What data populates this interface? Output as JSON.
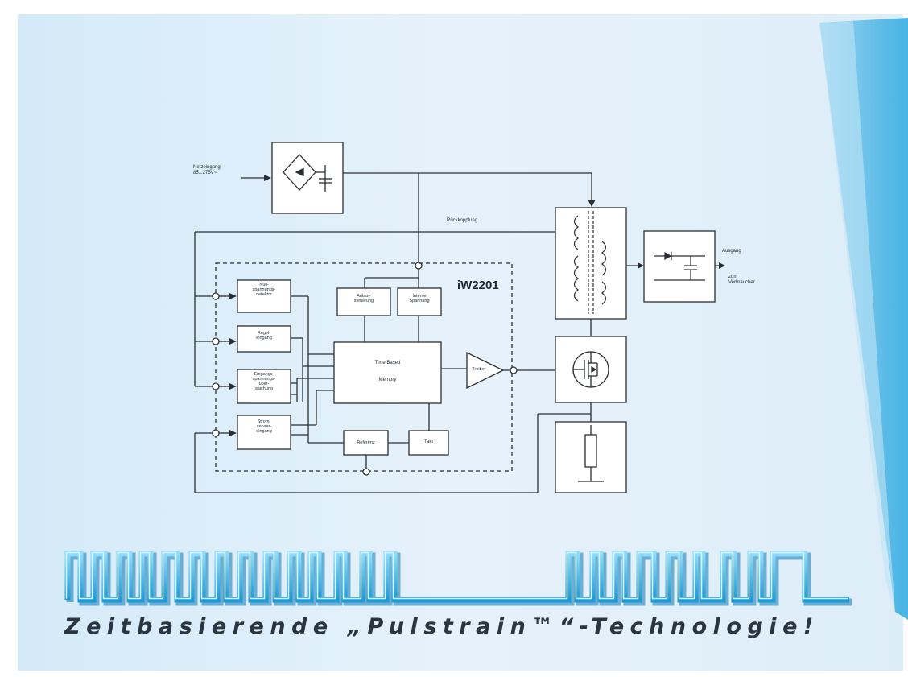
{
  "input_label": {
    "line1": "Netzeingang",
    "line2": "85...275V~"
  },
  "feedback_label": "Rückkopplung",
  "chip_name": "iW2201",
  "blocks": [
    {
      "id": "null",
      "lines": [
        "Null-",
        "spannungs-",
        "detektor"
      ]
    },
    {
      "id": "regel",
      "lines": [
        "Regel-",
        "eingang"
      ]
    },
    {
      "id": "eingang",
      "lines": [
        "Eingangs-",
        "spannungs-",
        "über-",
        "wachung"
      ]
    },
    {
      "id": "strom",
      "lines": [
        "Strom-",
        "senser-",
        "eingang"
      ]
    },
    {
      "id": "anlauf",
      "lines": [
        "Anlauf-",
        "steuerung"
      ]
    },
    {
      "id": "intern",
      "lines": [
        "Interne",
        "Spannung"
      ]
    },
    {
      "id": "memory",
      "lines": [
        "Time Based",
        "Memory"
      ]
    },
    {
      "id": "referenz",
      "lines": [
        "Referenz"
      ]
    },
    {
      "id": "takt",
      "lines": [
        "Takt"
      ]
    },
    {
      "id": "treiber",
      "lines": [
        "Treiber"
      ]
    }
  ],
  "output_label": {
    "line1": "Ausgang",
    "line2": "zum",
    "line3": "Verbraucher"
  },
  "tagline": "Zeitbasierende „Pulstrain™“-Technologie!",
  "colors": {
    "background": "#e1eff9",
    "accent": "#3fb4e6",
    "line": "#2b2f33",
    "box_fill": "#ffffff"
  }
}
